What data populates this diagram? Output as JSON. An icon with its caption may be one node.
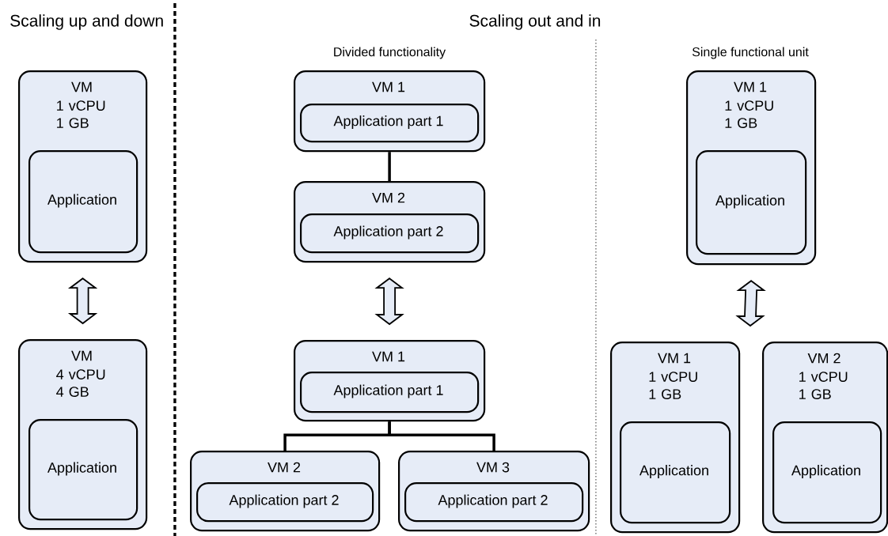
{
  "diagram": {
    "nodes": [
      {
        "text": [
          "VM",
          "1 vCPU 1 GB"
        ]
      },
      {
        "text": [
          "Application"
        ],
        "in": 0
      },
      {
        "text": [
          "VM",
          "4 vCPU 4 GB"
        ]
      },
      {
        "text": [
          "Application"
        ],
        "in": 2
      },
      {
        "text": [
          "VM 1"
        ]
      },
      {
        "text": [
          "Application part 1"
        ],
        "in": 4
      },
      {
        "text": [
          "VM 2"
        ]
      },
      {
        "text": [
          "Application part 2"
        ],
        "in": 6
      },
      {
        "text": [
          "VM 1"
        ]
      },
      {
        "text": [
          "Application part 1"
        ],
        "in": 8
      },
      {
        "text": [
          "VM 2"
        ]
      },
      {
        "text": [
          "Application part 2"
        ],
        "in": 10
      },
      {
        "text": [
          "VM 3"
        ]
      },
      {
        "text": [
          "Application part 2"
        ],
        "in": 12
      },
      {
        "text": [
          "VM 1",
          "1 vCPU 1 GB"
        ]
      },
      {
        "text": [
          "Application"
        ],
        "in": 14
      },
      {
        "text": [
          "VM 1",
          "1 vCPU 1 GB"
        ]
      },
      {
        "text": [
          "Application"
        ],
        "in": 16
      },
      {
        "text": [
          "VM 2",
          "1 vCPU 1 GB"
        ]
      },
      {
        "text": [
          "Application"
        ],
        "in": 18
      }
    ],
    "edges": [
      {
        "from": 0,
        "to": 2,
        "arrow": "both"
      },
      {
        "from": 4,
        "to": 6,
        "arrow": "none"
      },
      {
        "from": 6,
        "to": 8,
        "arrow": "both"
      },
      {
        "from": 8,
        "to": 10,
        "arrow": "none"
      },
      {
        "from": 8,
        "to": 12,
        "arrow": "none"
      },
      {
        "from": 14,
        "to": null,
        "arrow": "both"
      }
    ],
    "labels": [
      "Scaling up and down",
      "Scaling out and in",
      "Divided functionality",
      "Single functional unit"
    ]
  }
}
